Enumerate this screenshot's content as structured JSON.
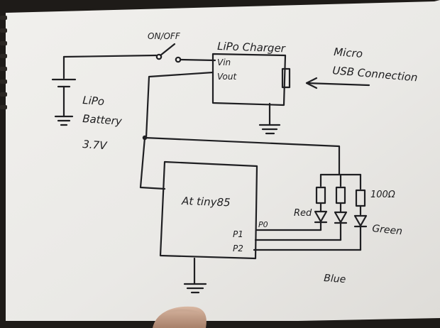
{
  "switch_label": "ON/OFF",
  "charger": {
    "title": "LiPo Charger",
    "pin_in": "Vin",
    "pin_out": "Vout"
  },
  "usb_note": {
    "line1": "Micro",
    "line2": "USB Connection"
  },
  "battery": {
    "line1": "LiPo",
    "line2": "Battery",
    "line3": "3.7V"
  },
  "mcu": {
    "name": "At tiny85",
    "pin_p0": "P0",
    "pin_p1": "P1",
    "pin_p2": "P2"
  },
  "resistor_label": "100Ω",
  "led_labels": {
    "red": "Red",
    "green": "Green",
    "blue": "Blue"
  },
  "colors": {
    "paper": "#ecebe8",
    "ink": "#1f1f22",
    "binding": "#2a2622"
  }
}
